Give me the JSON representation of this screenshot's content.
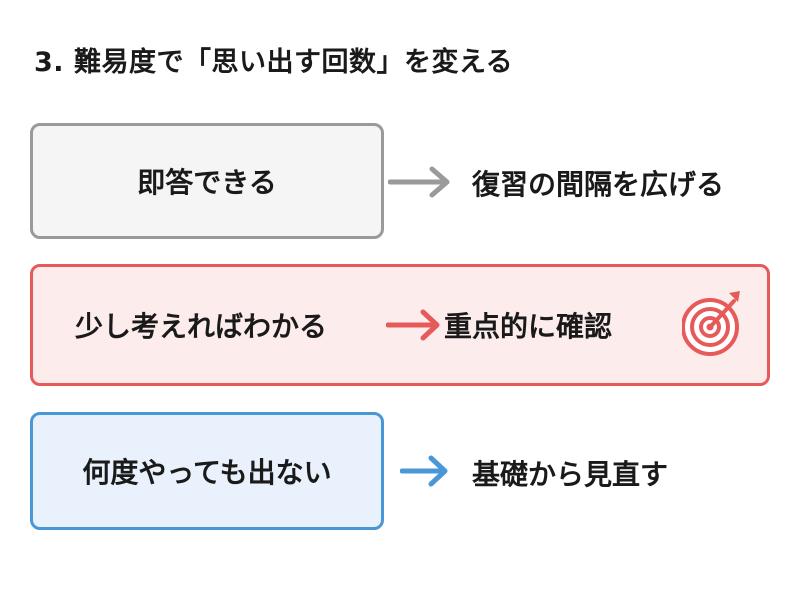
{
  "title": "3. 難易度で「思い出す回数」を変える",
  "rows": [
    {
      "condition": "即答できる",
      "result": "復習の間隔を広げる",
      "border_color": "#9a9a9a",
      "fill_color": "#f5f5f5",
      "arrow_color": "#9a9a9a"
    },
    {
      "condition": "少し考えればわかる",
      "result": "重点的に確認",
      "border_color": "#e65a5a",
      "fill_color": "#fdecec",
      "arrow_color": "#e65a5a",
      "icon": "target-icon"
    },
    {
      "condition": "何度やっても出ない",
      "result": "基礎から見直す",
      "border_color": "#4a97d8",
      "fill_color": "#e9f2fc",
      "arrow_color": "#4a97d8"
    }
  ]
}
